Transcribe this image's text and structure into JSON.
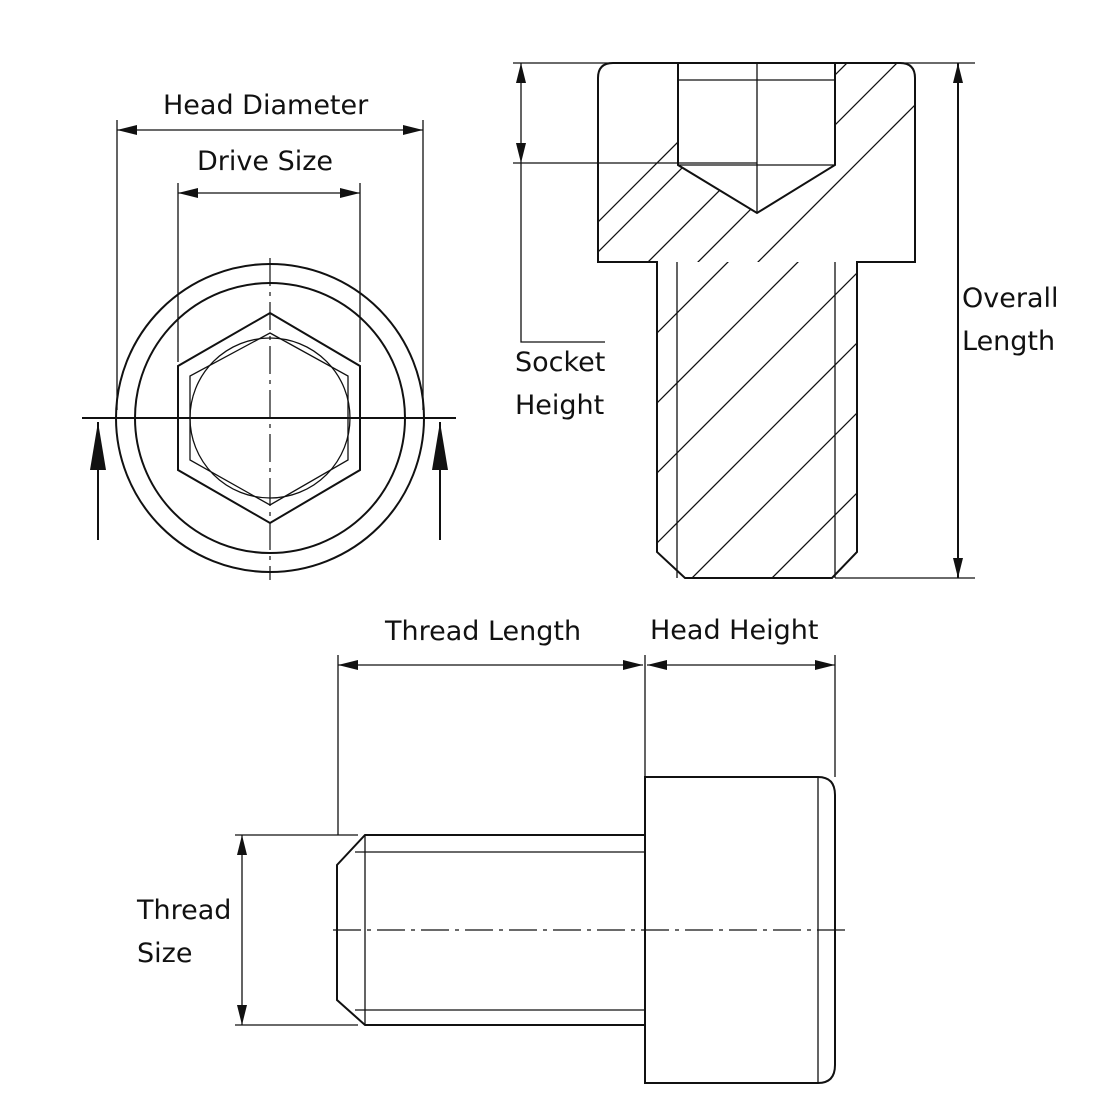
{
  "title": "Socket head cap screw dimensions",
  "labels": {
    "head_diameter": "Head Diameter",
    "drive_size": "Drive Size",
    "socket_height_1": "Socket",
    "socket_height_2": "Height",
    "overall_length_1": "Overall",
    "overall_length_2": "Length",
    "thread_length": "Thread Length",
    "head_height": "Head Height",
    "thread_size_1": "Thread",
    "thread_size_2": "Size"
  },
  "colors": {
    "line": "#111111",
    "background": "#ffffff"
  }
}
